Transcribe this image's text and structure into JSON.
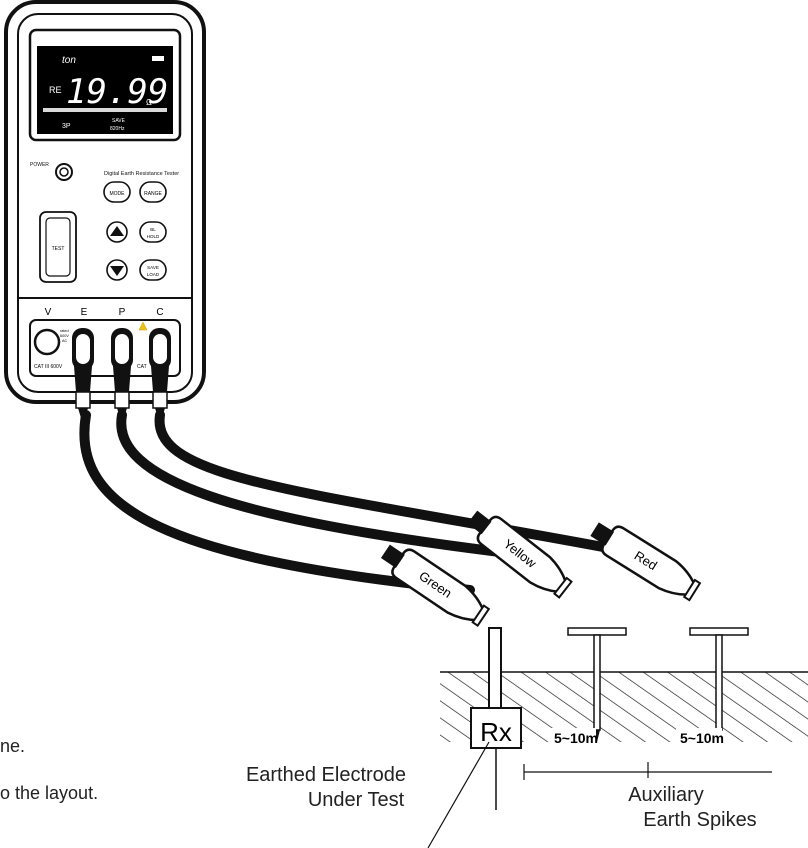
{
  "meter": {
    "brand_title": "Digital Earth Resistance Tester",
    "display": {
      "reading": "19.99",
      "mode_text": "ton",
      "quantity": "RE",
      "unit": "Ω",
      "status_left": "3P",
      "status_mid_1": "SAVE",
      "status_mid_2": "820Hz"
    },
    "power_label": "POWER",
    "test_label": "TEST",
    "buttons": {
      "mode": "MODE",
      "range": "RANGE",
      "bl_hold_1": "BL",
      "bl_hold_2": "HOLD",
      "save_load_1": "SAVE",
      "save_load_2": "LOAD"
    },
    "terminals": [
      "V",
      "E",
      "P",
      "C"
    ],
    "terminal_note_1": "rated",
    "terminal_note_2": "600V",
    "terminal_note_3": "AC",
    "cat_left": "CAT III 600V",
    "cat_right": "CAT"
  },
  "probes": [
    {
      "color_name": "Green"
    },
    {
      "color_name": "Yellow"
    },
    {
      "color_name": "Red"
    }
  ],
  "labels": {
    "rx": "Rx",
    "distance_1": "5~10m",
    "distance_2": "5~10m",
    "electrode_line1": "Earthed Electrode",
    "electrode_line2": "Under Test",
    "spikes_line1": "Auxiliary",
    "spikes_line2": "Earth Spikes",
    "cut_text_1": "ne.",
    "cut_text_2": "o the layout."
  }
}
